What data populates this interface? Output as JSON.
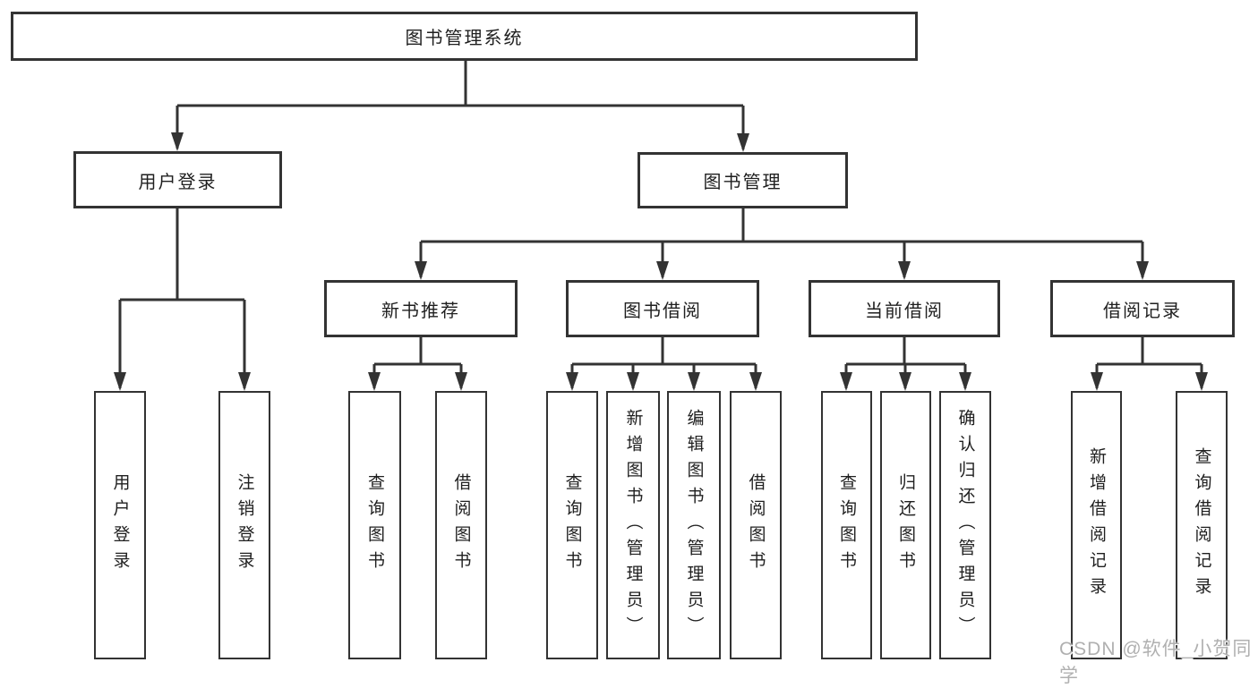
{
  "diagram": {
    "root": {
      "label": "图书管理系统"
    },
    "branches": [
      {
        "label": "用户登录",
        "children": [
          {
            "label": "用户登录"
          },
          {
            "label": "注销登录"
          }
        ]
      },
      {
        "label": "图书管理",
        "children": [
          {
            "label": "新书推荐",
            "children": [
              {
                "label": "查询图书"
              },
              {
                "label": "借阅图书"
              }
            ]
          },
          {
            "label": "图书借阅",
            "children": [
              {
                "label": "查询图书"
              },
              {
                "label": "新增图书（管理员）"
              },
              {
                "label": "编辑图书（管理员）"
              },
              {
                "label": "借阅图书"
              }
            ]
          },
          {
            "label": "当前借阅",
            "children": [
              {
                "label": "查询图书"
              },
              {
                "label": "归还图书"
              },
              {
                "label": "确认归还（管理员）"
              }
            ]
          },
          {
            "label": "借阅记录",
            "children": [
              {
                "label": "新增借阅记录"
              },
              {
                "label": "查询借阅记录"
              }
            ]
          }
        ]
      }
    ]
  },
  "watermark": {
    "text": "CSDN @软件_小贺同学"
  },
  "colors": {
    "line": "#333333",
    "text": "#1f1f1f",
    "background": "#ffffff",
    "watermark": "#b0b0b0"
  }
}
